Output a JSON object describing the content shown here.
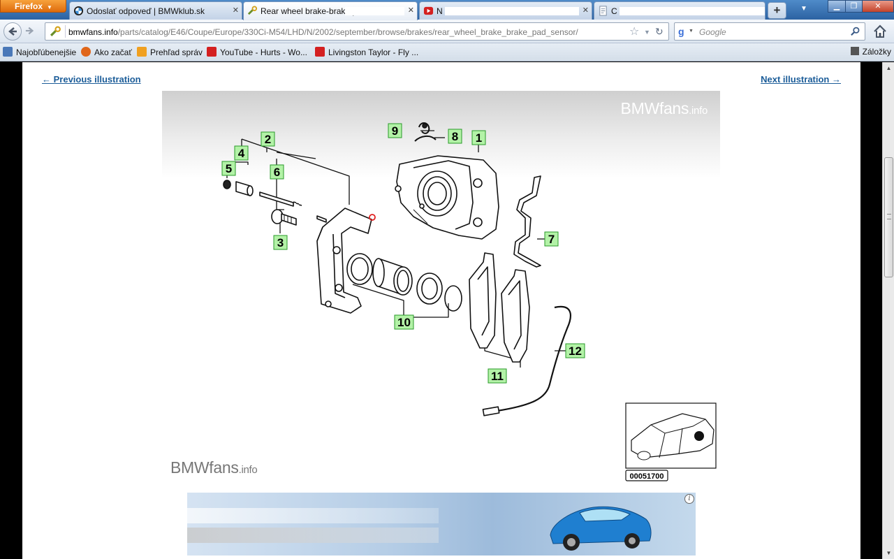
{
  "browser": {
    "menu_label": "Firefox",
    "tabs": [
      {
        "title": "Odoslať odpoveď | BMWklub.sk"
      },
      {
        "title": "Rear wheel brake-brake p"
      },
      {
        "title": "N"
      },
      {
        "title": "C"
      }
    ],
    "new_tab": "+",
    "window": {
      "min": "▁",
      "max": "❐",
      "close": "✕"
    }
  },
  "nav": {
    "url_host": "bmwfans.info",
    "url_path": "/parts/catalog/E46/Coupe/Europe/330Ci-M54/LHD/N/2002/september/browse/brakes/rear_wheel_brake_brake_pad_sensor/",
    "search_placeholder": "Google"
  },
  "bookmarks": {
    "items": [
      {
        "label": "Najobľúbenejšie",
        "color": "#4a78b8"
      },
      {
        "label": "Ako začať",
        "color": "#e0661a"
      },
      {
        "label": "Prehľad správ",
        "color": "#f0a020"
      },
      {
        "label": "YouTube - Hurts - Wo...",
        "color": "#d42020"
      },
      {
        "label": "Livingston Taylor - Fly ...",
        "color": "#d42020"
      }
    ],
    "folder": "Záložky"
  },
  "page": {
    "prev_link": "← Previous illustration",
    "next_link": "Next illustration →",
    "watermark_main": "BMWfans",
    "watermark_suffix": ".info",
    "parts": [
      {
        "num": "1"
      },
      {
        "num": "2"
      },
      {
        "num": "3"
      },
      {
        "num": "4"
      },
      {
        "num": "5"
      },
      {
        "num": "6"
      },
      {
        "num": "7"
      },
      {
        "num": "8"
      },
      {
        "num": "9"
      },
      {
        "num": "10"
      },
      {
        "num": "11"
      },
      {
        "num": "12"
      }
    ],
    "diagram_id": "00051700"
  },
  "colors": {
    "label_fill": "#b3f2a7",
    "label_border": "#2a9a2a",
    "link": "#1c5d99",
    "highlight": "#e02020"
  }
}
